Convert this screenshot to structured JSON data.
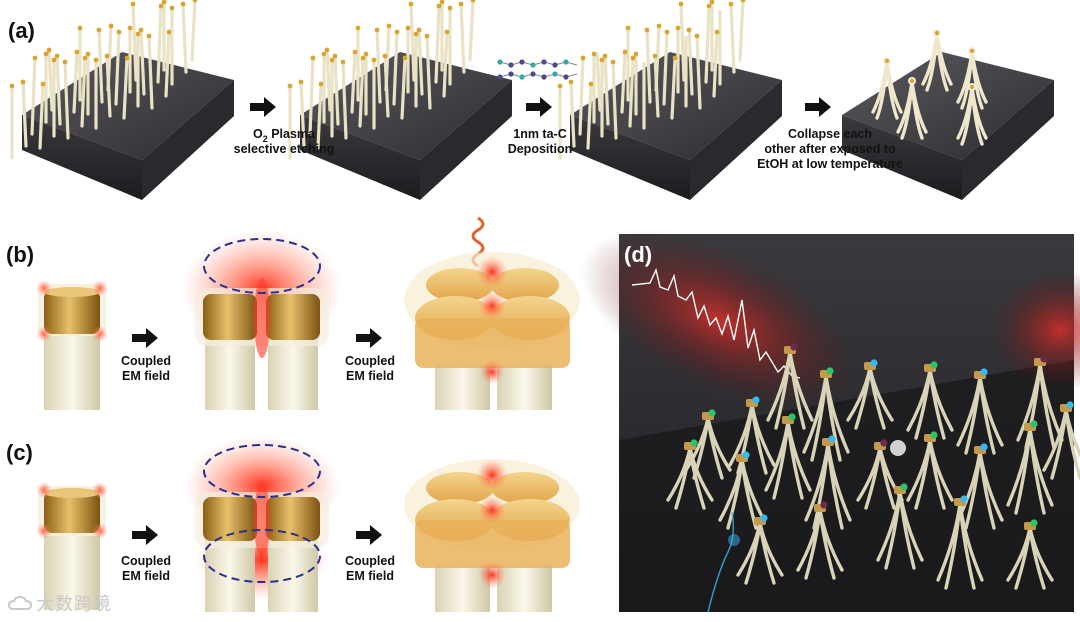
{
  "panels": {
    "a": {
      "label": "(a)"
    },
    "b": {
      "label": "(b)"
    },
    "c": {
      "label": "(c)"
    },
    "d": {
      "label": "(d)"
    }
  },
  "steps_a": {
    "step1": {
      "line1_prefix": "O",
      "line1_sub": "2",
      "line1_suffix": " Plasma",
      "line2": "selective etching"
    },
    "step2": {
      "line1": "1nm ta-C",
      "line2": "Deposition"
    },
    "step3": {
      "line1": "Collapse each",
      "line2": "other after exposed to",
      "line3": "EtOH at low temperature"
    }
  },
  "coupled": {
    "line1": "Coupled",
    "line2": "EM field"
  },
  "watermark": {
    "text": "大数跨境",
    "logo_icon": "cloud-logo-icon"
  },
  "colors": {
    "substrate": "#3c3c40",
    "pillar": "#efe9d2",
    "gold_cap": "#c9962e",
    "hotspot": "#ff3a2a",
    "dashed_ellipse": "#2a2f8f",
    "panel_d_bg": "#222226"
  }
}
